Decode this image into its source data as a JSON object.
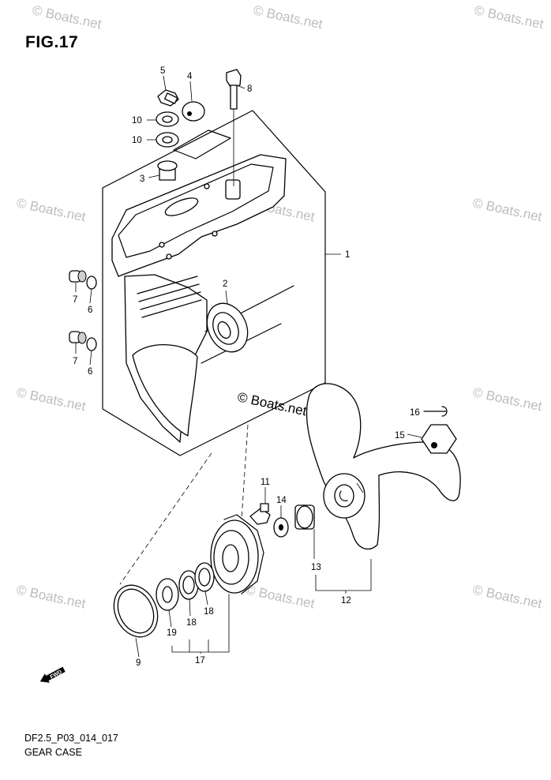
{
  "figure": {
    "title": "FIG.17",
    "code": "DF2.5_P03_014_017",
    "name": "GEAR CASE"
  },
  "watermark": {
    "text": "© Boats.net",
    "center_text": "© Boats.net"
  },
  "direction_badge": {
    "label": "FWD"
  },
  "callouts": [
    {
      "id": "c1",
      "label": "1"
    },
    {
      "id": "c2",
      "label": "2"
    },
    {
      "id": "c3",
      "label": "3"
    },
    {
      "id": "c4",
      "label": "4"
    },
    {
      "id": "c5",
      "label": "5"
    },
    {
      "id": "c6a",
      "label": "6"
    },
    {
      "id": "c6b",
      "label": "6"
    },
    {
      "id": "c7a",
      "label": "7"
    },
    {
      "id": "c7b",
      "label": "7"
    },
    {
      "id": "c8",
      "label": "8"
    },
    {
      "id": "c9",
      "label": "9"
    },
    {
      "id": "c10a",
      "label": "10"
    },
    {
      "id": "c10b",
      "label": "10"
    },
    {
      "id": "c11",
      "label": "11"
    },
    {
      "id": "c12",
      "label": "12"
    },
    {
      "id": "c13",
      "label": "13"
    },
    {
      "id": "c14",
      "label": "14"
    },
    {
      "id": "c15",
      "label": "15"
    },
    {
      "id": "c16",
      "label": "16"
    },
    {
      "id": "c17",
      "label": "17"
    },
    {
      "id": "c18a",
      "label": "18"
    },
    {
      "id": "c18b",
      "label": "18"
    },
    {
      "id": "c19",
      "label": "19"
    }
  ]
}
